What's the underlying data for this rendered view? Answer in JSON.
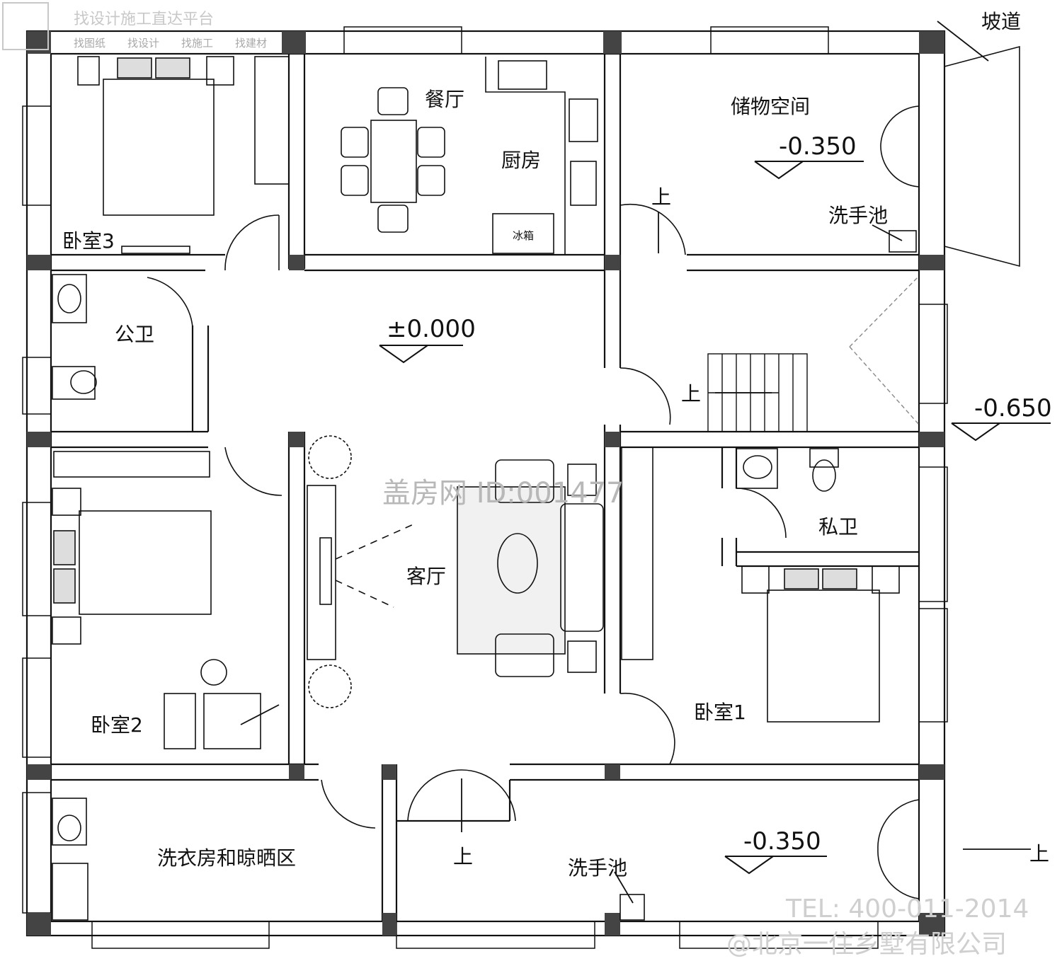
{
  "header": {
    "title": "找设计施工直达平台",
    "tabs": [
      "找图纸",
      "找设计",
      "找施工",
      "找建材"
    ]
  },
  "rooms": {
    "bedroom3": "卧室3",
    "dining": "餐厅",
    "kitchen": "厨房",
    "storage": "储物空间",
    "public_bath": "公卫",
    "bedroom2": "卧室2",
    "living": "客厅",
    "private_bath": "私卫",
    "bedroom1": "卧室1",
    "laundry": "洗衣房和晾晒区"
  },
  "labels": {
    "ramp": "坡道",
    "wash_basin_top": "洗手池",
    "wash_basin_bottom": "洗手池",
    "fridge": "冰箱",
    "up_storage": "上",
    "up_stair": "上",
    "up_entry": "上",
    "up_side": "上"
  },
  "levels": {
    "storage": "-0.350",
    "main": "±0.000",
    "outside": "-0.650",
    "porch": "-0.350"
  },
  "watermarks": {
    "site_id": "盖房网 ID:001477",
    "phone": "TEL: 400-011-2014",
    "company": "@北京一住乡墅有限公司"
  }
}
